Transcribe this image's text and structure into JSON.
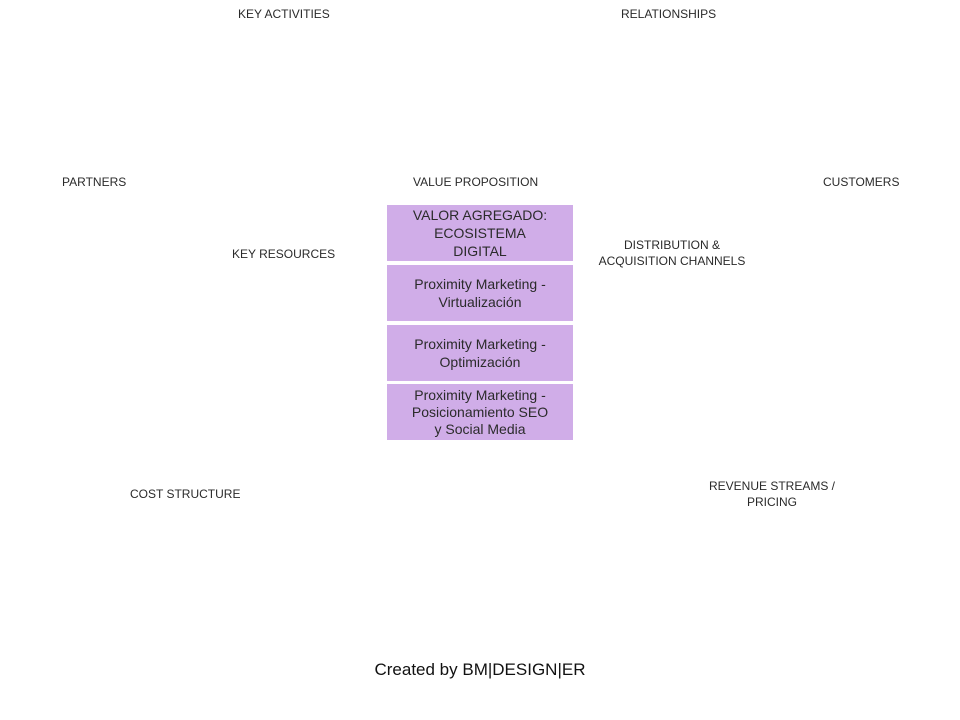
{
  "labels": {
    "key_activities": "KEY ACTIVITIES",
    "relationships": "RELATIONSHIPS",
    "partners": "PARTNERS",
    "value_proposition": "VALUE PROPOSITION",
    "customers": "CUSTOMERS",
    "key_resources": "KEY RESOURCES",
    "distribution_channels": "DISTRIBUTION  &\nACQUISITION  CHANNELS",
    "cost_structure": "COST  STRUCTURE",
    "revenue_streams": "REVENUE  STREAMS  /\nPRICING"
  },
  "value_cards": [
    {
      "text": "VALOR AGREGADO:\nECOSISTEMA\nDIGITAL"
    },
    {
      "text": "Proximity Marketing -\nVirtualización"
    },
    {
      "text": "Proximity Marketing -\nOptimización"
    },
    {
      "text": "Proximity Marketing -\nPosicionamiento SEO\ny Social Media"
    }
  ],
  "colors": {
    "card_fill": "#d0ade8"
  },
  "footer": {
    "credit": "Created by BM|DESIGN|ER"
  }
}
